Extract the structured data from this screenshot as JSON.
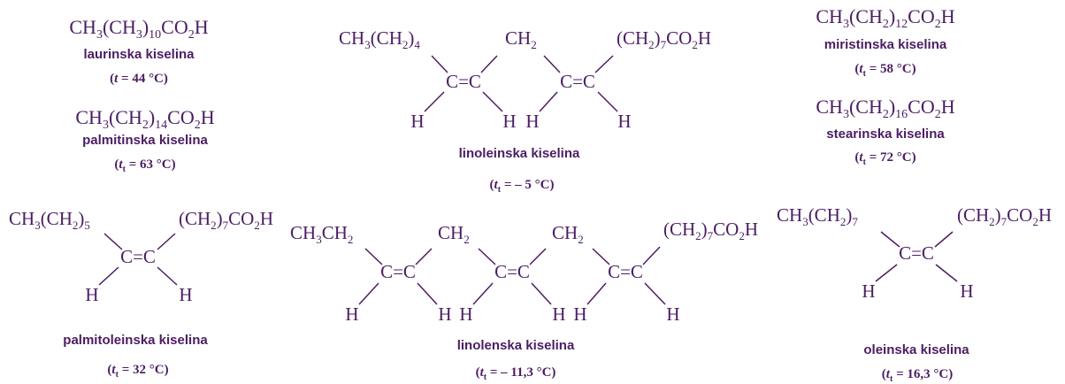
{
  "colors": {
    "ink": "#4b1d63"
  },
  "lauric": {
    "formula": {
      "a": "CH",
      "s1": "3",
      "b": "(CH",
      "s2": "3",
      "c": ")",
      "s3": "10",
      "d": "CO",
      "s4": "2",
      "e": "H"
    },
    "name": "laurinska kiselina",
    "melting": {
      "open": "(",
      "var": "t",
      "sub": "",
      "eq": " = 44 °C)"
    }
  },
  "palmitic": {
    "formula": {
      "a": "CH",
      "s1": "3",
      "b": "(CH",
      "s2": "2",
      "c": ")",
      "s3": "14",
      "d": "CO",
      "s4": "2",
      "e": "H"
    },
    "name": "palmitinska kiselina",
    "melting": {
      "open": "(",
      "var": "t",
      "sub": "t",
      "eq": " = 63 °C)"
    }
  },
  "myristic": {
    "formula": {
      "a": "CH",
      "s1": "3",
      "b": "(CH",
      "s2": "2",
      "c": ")",
      "s3": "12",
      "d": "CO",
      "s4": "2",
      "e": "H"
    },
    "name": "miristinska kiselina",
    "melting": {
      "open": "(",
      "var": "t",
      "sub": "t",
      "eq": " = 58 °C)"
    }
  },
  "stearic": {
    "formula": {
      "a": "CH",
      "s1": "3",
      "b": "(CH",
      "s2": "2",
      "c": ")",
      "s3": "16",
      "d": "CO",
      "s4": "2",
      "e": "H"
    },
    "name": "stearinska kiselina",
    "melting": {
      "open": "(",
      "var": "t",
      "sub": "t",
      "eq": " = 72 °C)"
    }
  },
  "linoleic": {
    "left": {
      "a": "CH",
      "s1": "3",
      "b": "(CH",
      "s2": "2",
      "c": ")",
      "s3": "4"
    },
    "middle": {
      "a": "CH",
      "s1": "2"
    },
    "right": {
      "a": "(CH",
      "s1": "2",
      "b": ")",
      "s2": "7",
      "c": "CO",
      "s3": "2",
      "d": "H"
    },
    "cc": "C=C",
    "h": "H",
    "name": "linoleinska kiselina",
    "melting": {
      "open": "(",
      "var": "t",
      "sub": "t",
      "eq": " = – 5 °C)"
    }
  },
  "palmitoleic": {
    "left": {
      "a": "CH",
      "s1": "3",
      "b": "(CH",
      "s2": "2",
      "c": ")",
      "s3": "5"
    },
    "right": {
      "a": "(CH",
      "s1": "2",
      "b": ")",
      "s2": "7",
      "c": "CO",
      "s3": "2",
      "d": "H"
    },
    "cc": "C=C",
    "h": "H",
    "name": "palmitoleinska kiselina",
    "melting": {
      "open": "(",
      "var": "t",
      "sub": "t",
      "eq": " = 32 °C)"
    }
  },
  "linolenic": {
    "left": {
      "a": "CH",
      "s1": "3",
      "b": "CH",
      "s2": "2"
    },
    "middle": {
      "a": "CH",
      "s1": "2"
    },
    "right": {
      "a": "(CH",
      "s1": "2",
      "b": ")",
      "s2": "7",
      "c": "CO",
      "s3": "2",
      "d": "H"
    },
    "cc": "C=C",
    "h": "H",
    "name": "linolenska kiselina",
    "melting": {
      "open": "(",
      "var": "t",
      "sub": "t",
      "eq": " = – 11,3 °C)"
    }
  },
  "oleic": {
    "left": {
      "a": "CH",
      "s1": "3",
      "b": "(CH",
      "s2": "2",
      "c": ")",
      "s3": "7"
    },
    "right": {
      "a": "(CH",
      "s1": "2",
      "b": ")",
      "s2": "7",
      "c": "CO",
      "s3": "2",
      "d": "H"
    },
    "cc": "C=C",
    "h": "H",
    "name": "oleinska kiselina",
    "melting": {
      "open": "(",
      "var": "t",
      "sub": "t",
      "eq": " = 16,3 °C)"
    }
  }
}
